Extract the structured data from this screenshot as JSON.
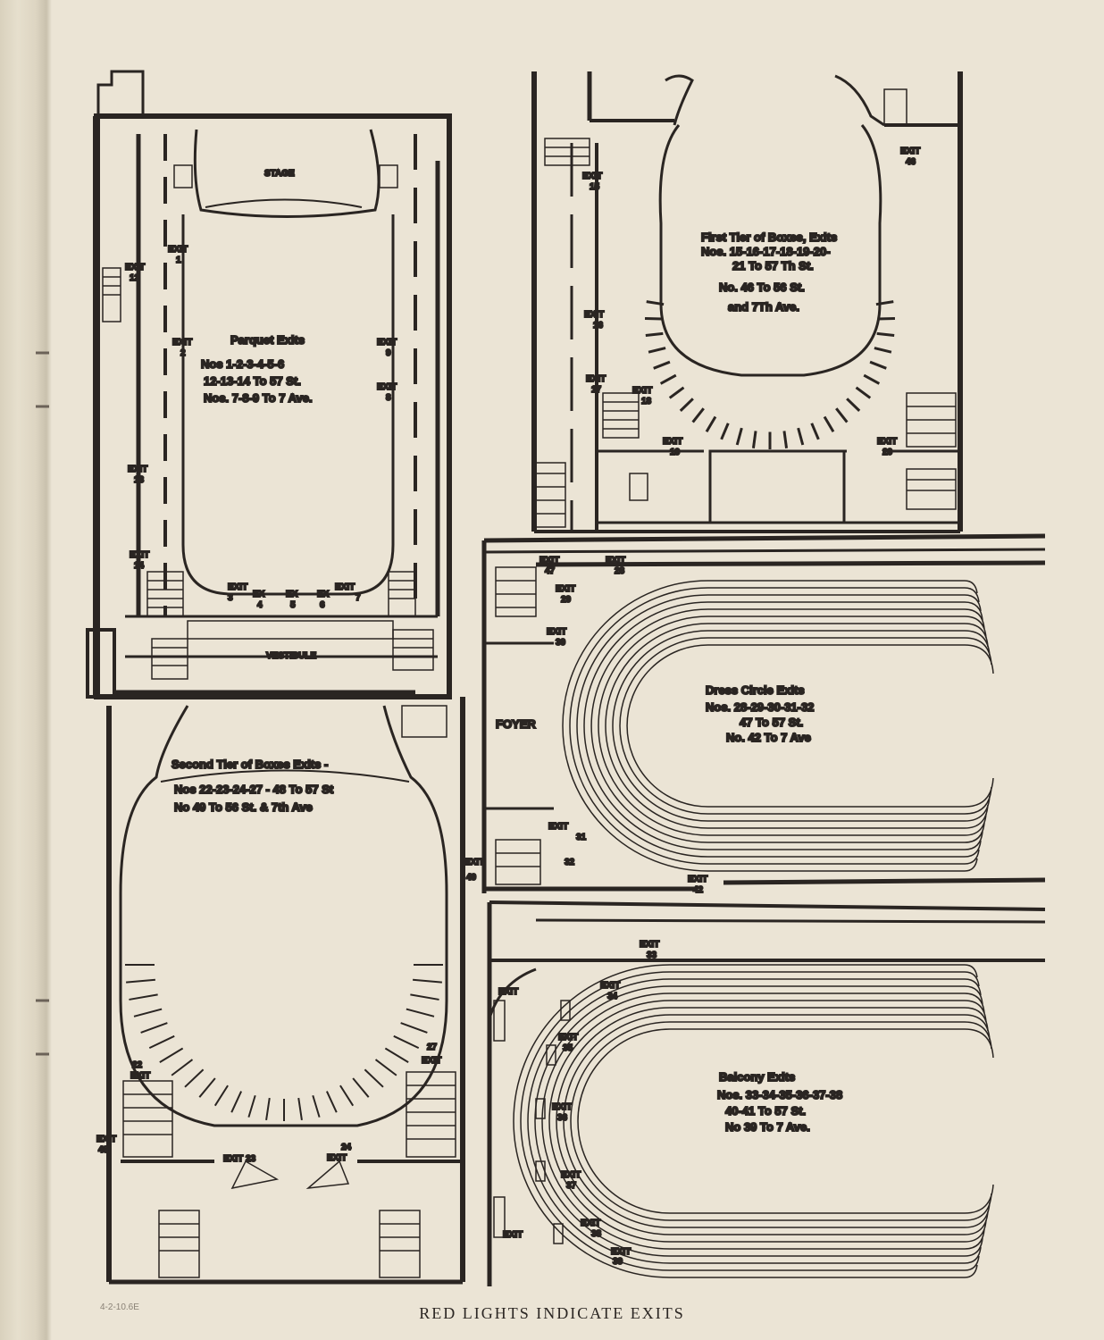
{
  "footer": "RED LIGHTS INDICATE EXITS",
  "pencil_note": "4-2-10.6E",
  "colors": {
    "paper": "#ebe4d5",
    "ink": "#2a2522"
  },
  "parquet": {
    "title": "Parquet Exits",
    "lines": [
      "Nos 1-2-3-4-5-6",
      "12-13-14 To 57 St.",
      "Nos. 7-8-9 To 7 Ave."
    ],
    "stage": "STAGE",
    "vestibule": "VESTIBULE",
    "exits": {
      "e1": [
        "EXIT",
        "1"
      ],
      "e2": [
        "EXIT",
        "2"
      ],
      "e12": [
        "EXIT",
        "12"
      ],
      "e13": [
        "EXIT",
        "13"
      ],
      "e14": [
        "EXIT",
        "14"
      ],
      "e9": [
        "EXIT",
        "9"
      ],
      "e8": [
        "EXIT",
        "8"
      ],
      "e3": [
        "EXIT",
        "3"
      ],
      "e4": [
        "EX",
        "4"
      ],
      "e5": [
        "EX",
        "5"
      ],
      "e6": [
        "EX",
        "6"
      ],
      "e7": [
        "EXIT",
        "7"
      ]
    }
  },
  "first_tier": {
    "title": "First Tier of Boxes, Exits",
    "lines": [
      "Nos. 15-16-17-18-19-20-",
      "21 To 57 Th St.",
      "No. 46 To 56 St.",
      "and 7Th Ave."
    ],
    "exits": {
      "e15": [
        "EXIT",
        "15"
      ],
      "e16": [
        "EXIT",
        "16"
      ],
      "e17": [
        "EXIT",
        "17"
      ],
      "e18": [
        "EXIT",
        "18"
      ],
      "e19": [
        "EXIT",
        "19"
      ],
      "e20": [
        "EXIT",
        "20"
      ],
      "e46": [
        "EXIT",
        "46"
      ]
    }
  },
  "second_tier": {
    "title": "Second Tier of Boxes Exits -",
    "lines": [
      "Nos 22-23-24-27 - 48 To 57 St",
      "No  49 To 56 St. & 7th Ave"
    ],
    "exits": {
      "e22": [
        "22",
        "EXIT"
      ],
      "e27": [
        "27",
        "EXIT"
      ],
      "e23": [
        "EXIT 23"
      ],
      "e24": [
        "24",
        "EXIT"
      ],
      "e48": [
        "EXIT",
        "48"
      ],
      "e49": [
        "EXIT",
        "49"
      ]
    }
  },
  "dress_circle": {
    "title": "Dress Circle Exits",
    "lines": [
      "Nos. 28-29-30-31-32",
      "47 To 57 St.",
      "No. 42 To 7 Ave"
    ],
    "foyer": "FOYER",
    "exits": {
      "e47": [
        "EXIT",
        "47"
      ],
      "e28": [
        "EXIT",
        "28"
      ],
      "e29": [
        "EXIT",
        "29"
      ],
      "e30": [
        "EXIT",
        "30"
      ],
      "e31": [
        "EXIT",
        "31"
      ],
      "e32": [
        "32"
      ],
      "e42": [
        "EXIT",
        "42"
      ]
    }
  },
  "balcony": {
    "title": "Balcony Exits",
    "lines": [
      "Nos. 33-34-35-36-37-38",
      "40-41 To 57 St.",
      "No 39 To 7 Ave."
    ],
    "exits": {
      "e33": [
        "EXIT",
        "33"
      ],
      "e34": [
        "EXIT",
        "34"
      ],
      "e35": [
        "EXIT",
        "35"
      ],
      "e36": [
        "EXIT",
        "36"
      ],
      "e37": [
        "EXIT",
        "37"
      ],
      "e38": [
        "EXIT",
        "38"
      ],
      "e39": [
        "EXIT",
        "39"
      ],
      "e40": [
        "EXIT"
      ],
      "e41": [
        "EXIT"
      ]
    }
  }
}
